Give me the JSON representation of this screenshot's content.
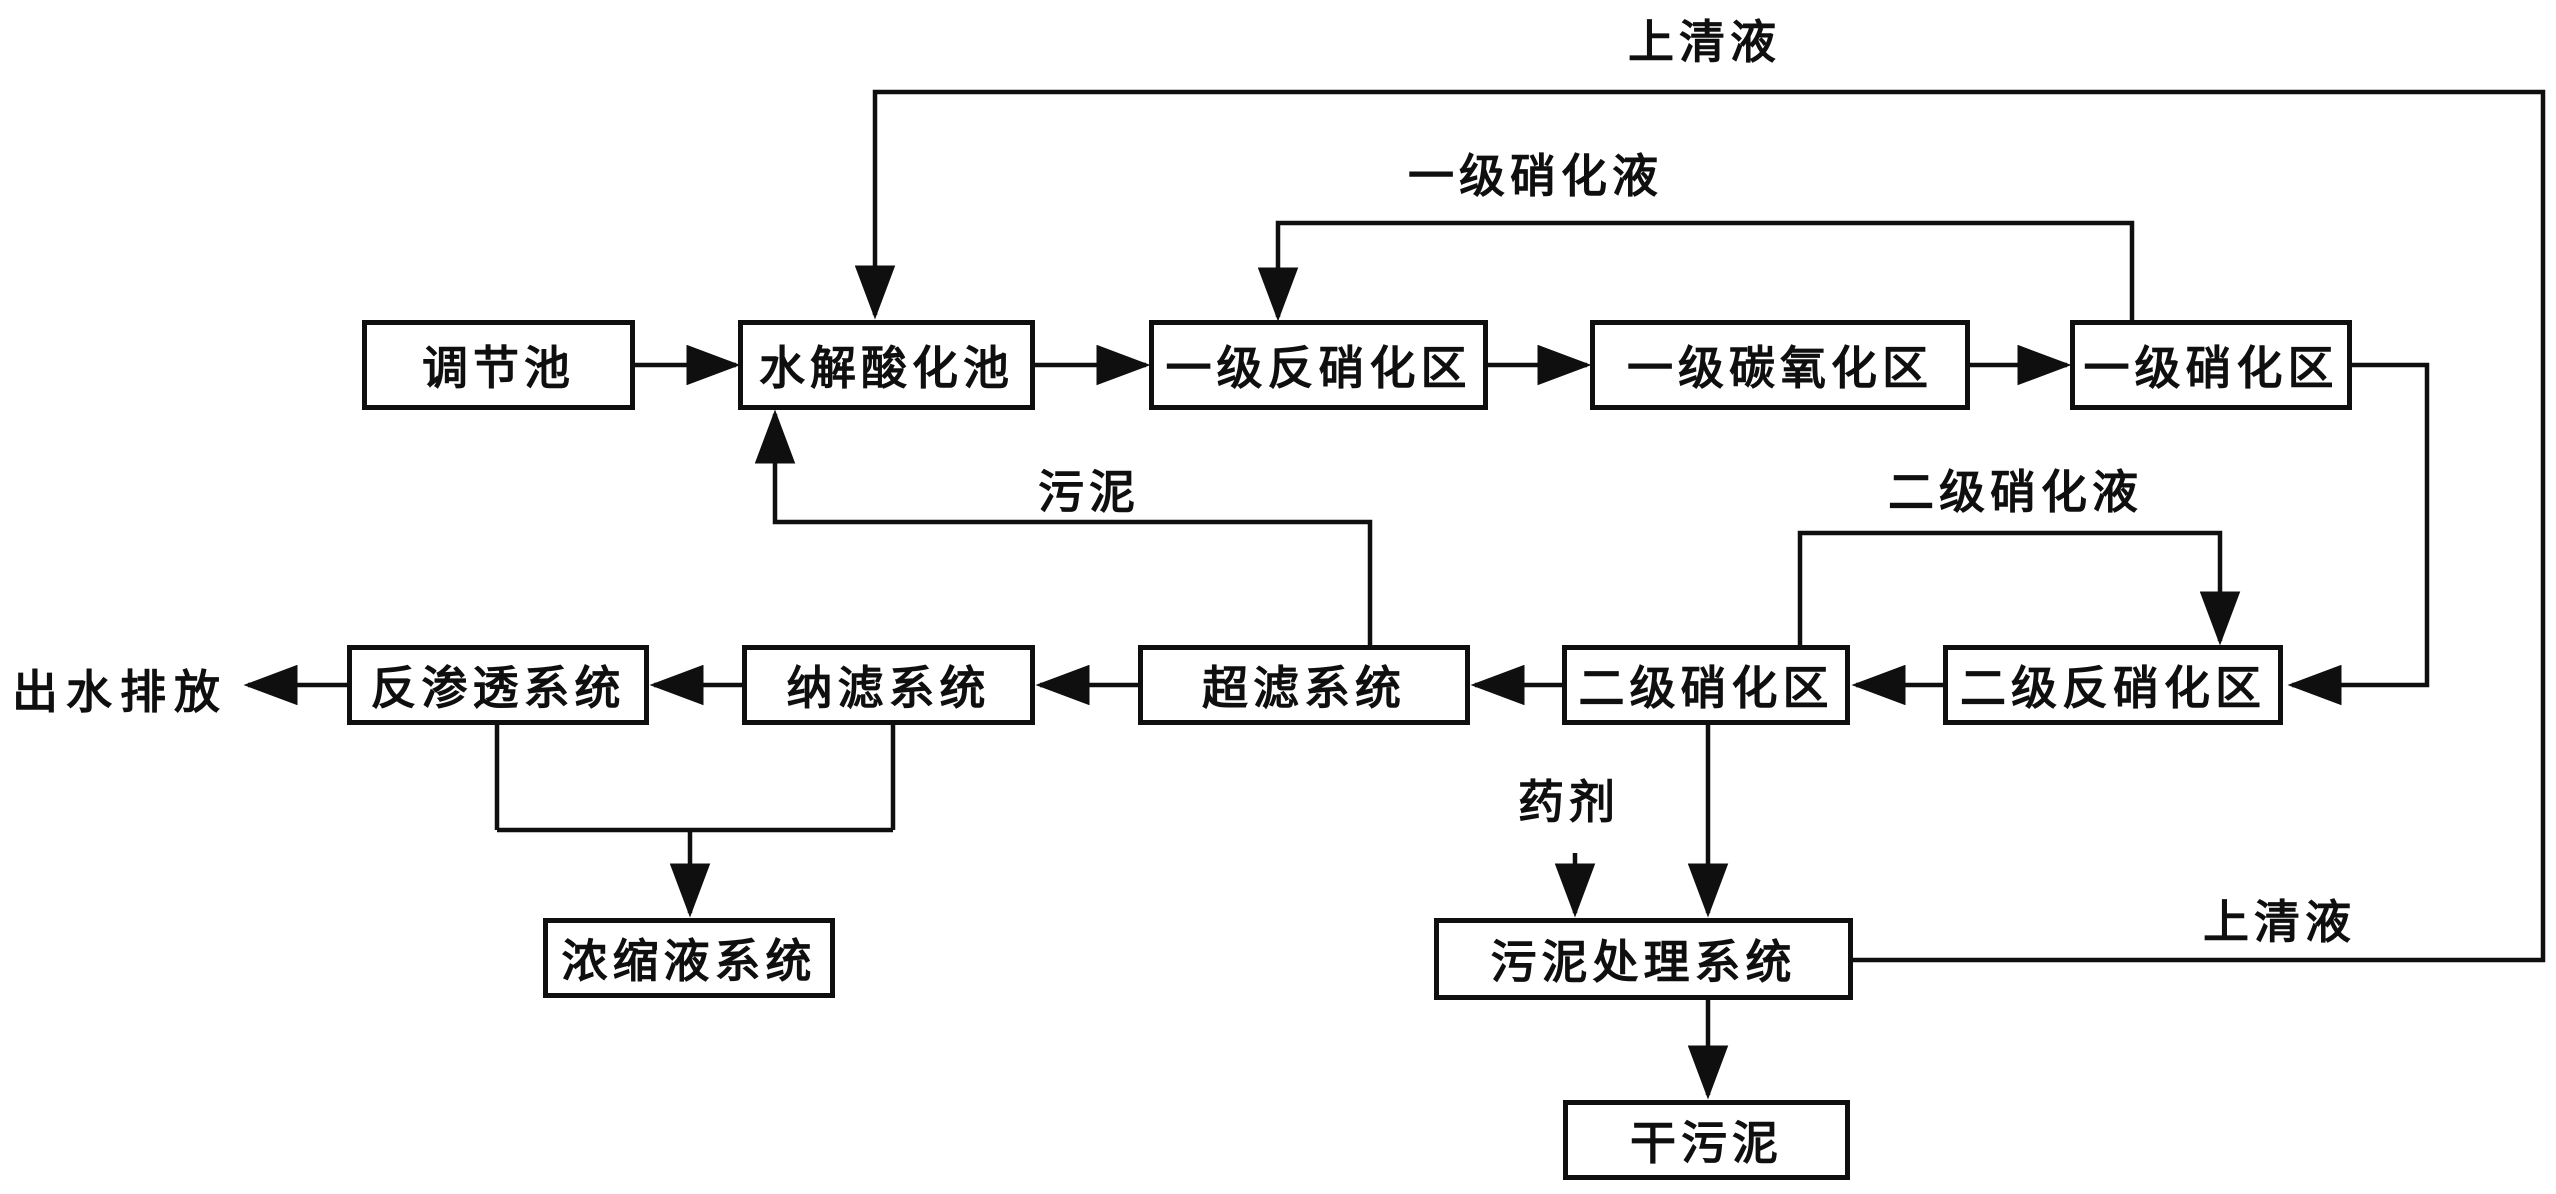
{
  "colors": {
    "background": "#ffffff",
    "line": "#0f0f0f",
    "text": "#0f0f0f",
    "box_border": "#0f0f0f"
  },
  "nodes": {
    "regulation_tank": {
      "label": "调节池"
    },
    "hydrolysis_tank": {
      "label": "水解酸化池"
    },
    "primary_denitrification": {
      "label": "一级反硝化区"
    },
    "primary_carbon_oxidation": {
      "label": "一级碳氧化区"
    },
    "primary_nitrification": {
      "label": "一级硝化区"
    },
    "reverse_osmosis": {
      "label": "反渗透系统"
    },
    "nanofiltration": {
      "label": "纳滤系统"
    },
    "ultrafiltration": {
      "label": "超滤系统"
    },
    "secondary_nitrification": {
      "label": "二级硝化区"
    },
    "secondary_denitrification": {
      "label": "二级反硝化区"
    },
    "concentrate_system": {
      "label": "浓缩液系统"
    },
    "sludge_treatment": {
      "label": "污泥处理系统"
    },
    "dry_sludge": {
      "label": "干污泥"
    }
  },
  "flow_labels": {
    "supernatant_top": {
      "text": "上清液"
    },
    "primary_nitrified_liquid": {
      "text": "一级硝化液"
    },
    "sludge": {
      "text": "污泥"
    },
    "secondary_nitrified_liquid": {
      "text": "二级硝化液"
    },
    "effluent_discharge": {
      "text": "出水排放"
    },
    "chemical_agent": {
      "text": "药剂"
    },
    "supernatant_right": {
      "text": "上清液"
    }
  },
  "edges": [
    {
      "from": "调节池",
      "to": "水解酸化池",
      "label": ""
    },
    {
      "from": "水解酸化池",
      "to": "一级反硝化区",
      "label": ""
    },
    {
      "from": "一级反硝化区",
      "to": "一级碳氧化区",
      "label": ""
    },
    {
      "from": "一级碳氧化区",
      "to": "一级硝化区",
      "label": ""
    },
    {
      "from": "一级硝化区",
      "to": "一级反硝化区",
      "label": "一级硝化液"
    },
    {
      "from": "一级硝化区",
      "to": "二级反硝化区",
      "label": ""
    },
    {
      "from": "二级反硝化区",
      "to": "二级硝化区",
      "label": ""
    },
    {
      "from": "二级硝化区",
      "to": "二级反硝化区",
      "label": "二级硝化液"
    },
    {
      "from": "二级硝化区",
      "to": "超滤系统",
      "label": ""
    },
    {
      "from": "超滤系统",
      "to": "纳滤系统",
      "label": ""
    },
    {
      "from": "纳滤系统",
      "to": "反渗透系统",
      "label": ""
    },
    {
      "from": "反渗透系统",
      "to": "出水排放",
      "label": ""
    },
    {
      "from": "超滤系统",
      "to": "水解酸化池",
      "label": "污泥"
    },
    {
      "from": "反渗透系统",
      "to": "浓缩液系统",
      "label": ""
    },
    {
      "from": "纳滤系统",
      "to": "浓缩液系统",
      "label": ""
    },
    {
      "from": "药剂",
      "to": "污泥处理系统",
      "label": ""
    },
    {
      "from": "二级硝化区",
      "to": "污泥处理系统",
      "label": ""
    },
    {
      "from": "污泥处理系统",
      "to": "水解酸化池",
      "label": "上清液"
    },
    {
      "from": "污泥处理系统",
      "to": "干污泥",
      "label": ""
    }
  ]
}
